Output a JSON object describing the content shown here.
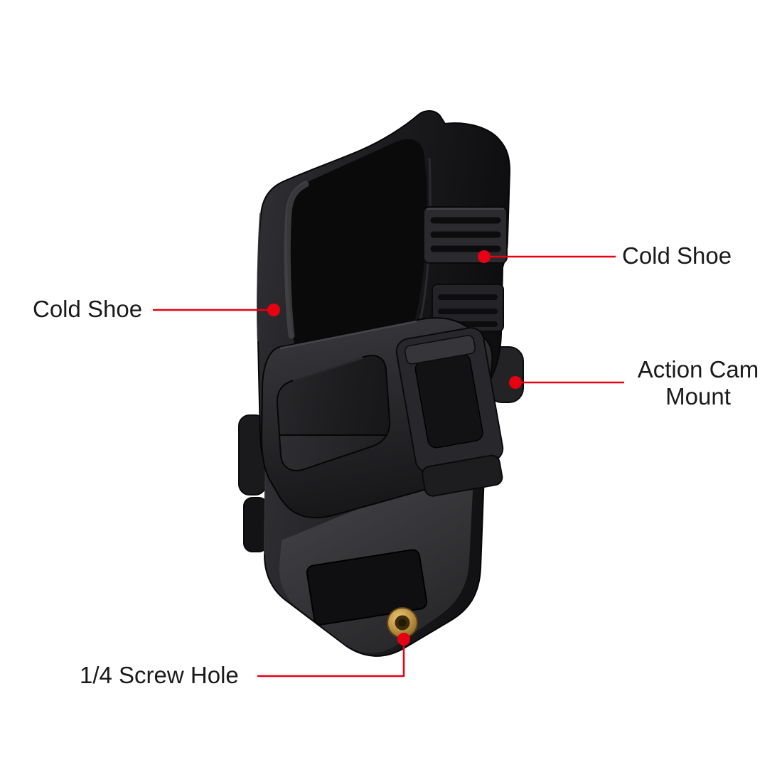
{
  "page": {
    "background": "#ffffff"
  },
  "figure": {
    "subject": "black action camera housing cage with cold shoe mounts",
    "accent_color": "#e60012",
    "body_color": "#1a1a1c",
    "screw_insert_color": "#c49a4a"
  },
  "annotations": {
    "cold_shoe_right": {
      "label": "Cold Shoe"
    },
    "cold_shoe_left": {
      "label": "Cold Shoe"
    },
    "action_cam_mount": {
      "label_line1": "Action Cam",
      "label_line2": "Mount"
    },
    "screw_hole": {
      "label": "1/4 Screw Hole"
    }
  }
}
